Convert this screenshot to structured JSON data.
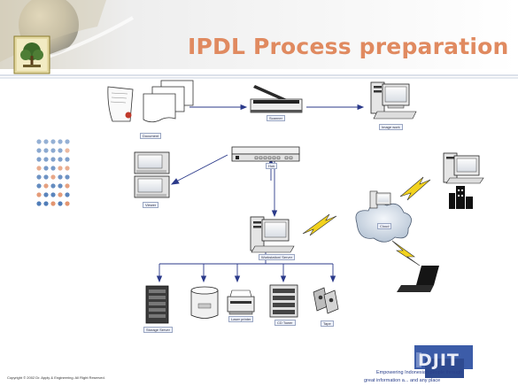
{
  "slide": {
    "title": "IPDL Process preparation",
    "copyright": "Copyright © 2002 Dr. Apply & Engineering. All Right Reserved.",
    "tagline_line1": "Empowering Indonesian people through",
    "tagline_line2": "great information a... and any place",
    "logo_text": "DJIT"
  },
  "diagram": {
    "labels": {
      "documents": "Document",
      "scanner": "Scanner",
      "computer_top_right": "Image work",
      "workstations": "Viewer",
      "hub": "Hub",
      "server": "Workstation/ Server",
      "cloud": "Cloud",
      "storage_rack": "Storage Server",
      "disk": "",
      "printer": "Laser printer",
      "rack_unit": "CD Tower",
      "tapes": "Tape"
    }
  },
  "colors": {
    "title": "#e08a60",
    "accent_blue": "#3a5aa6",
    "dot_blue": "#3d6fb0",
    "dot_orange": "#e08a60",
    "logo_blue": "#3c5ca8"
  }
}
